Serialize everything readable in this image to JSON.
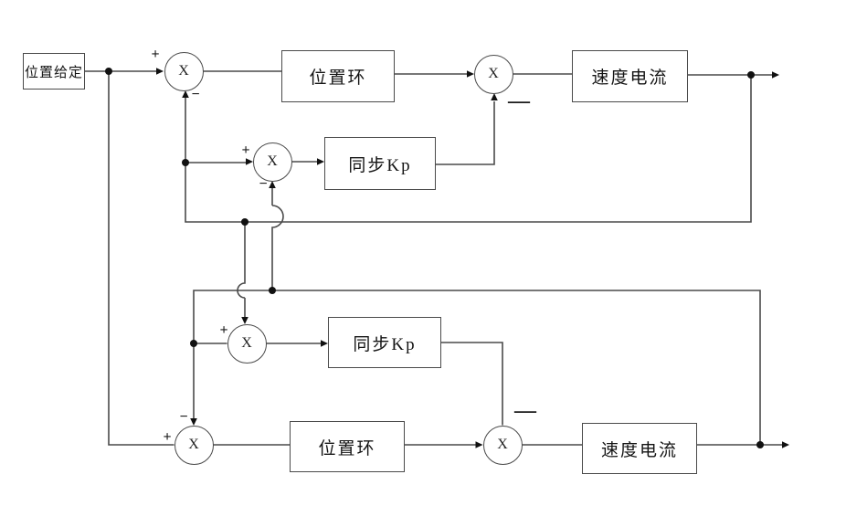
{
  "diagram": {
    "blocks": {
      "setpoint": "位置给定",
      "posLoopTop": "位置环",
      "speedCurrentTop": "速度电流",
      "syncKpTop": "同步Kp",
      "syncKpBottom": "同步Kp",
      "posLoopBottom": "位置环",
      "speedCurrentBottom": "速度电流"
    },
    "junction_symbol": "X",
    "signs": {
      "plus": "+",
      "minus": "−",
      "minus_long": "—"
    },
    "colors": {
      "line": "#4a4a4a",
      "marker": "#111111",
      "background": "#ffffff"
    }
  }
}
